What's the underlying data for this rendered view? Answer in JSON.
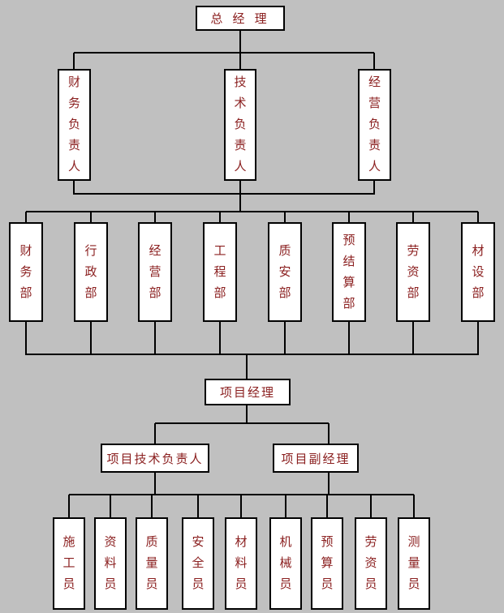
{
  "page": {
    "background_color": "#c0c0c0",
    "box_background_color": "#ffffff",
    "box_border_color": "#000000",
    "text_color": "#8b2020"
  },
  "chart": {
    "general_manager": {
      "label": "总 经 理"
    },
    "leaders": [
      {
        "label": "财务负责人"
      },
      {
        "label": "技术负责人"
      },
      {
        "label": "经营负责人"
      }
    ],
    "departments": [
      "财务部",
      "行政部",
      "经营部",
      "工程部",
      "质安部",
      "预结算部",
      "劳资部",
      "材设部"
    ],
    "project_manager": {
      "label": "项目经理"
    },
    "project_leads": [
      {
        "label": "项目技术负责人"
      },
      {
        "label": "项目副经理"
      }
    ],
    "staff": [
      "施工员",
      "资料员",
      "质量员",
      "安全员",
      "材料员",
      "机械员",
      "预算员",
      "劳资员",
      "测量员"
    ]
  }
}
